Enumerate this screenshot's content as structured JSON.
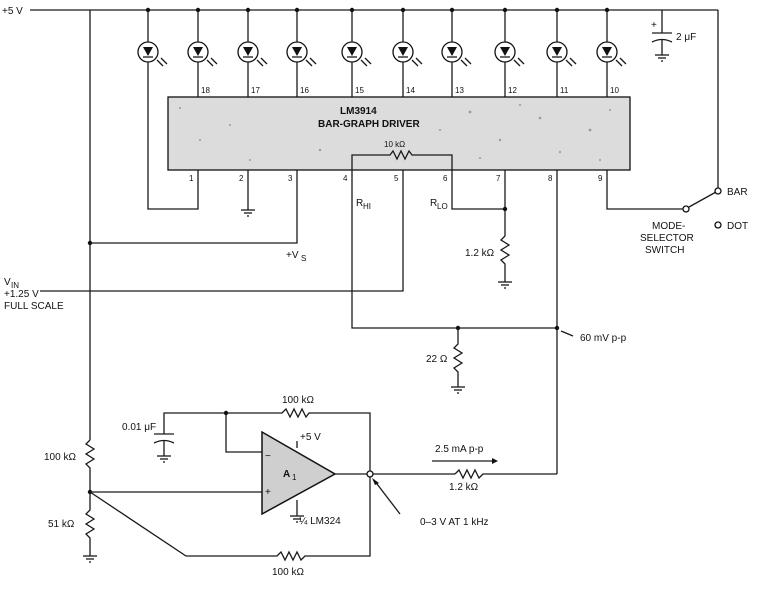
{
  "supply": {
    "label": "+5 V"
  },
  "chip": {
    "name": "LM3914",
    "subtitle": "BAR-GRAPH DRIVER",
    "internal_resistor": "10 kΩ",
    "top_pins": [
      "18",
      "17",
      "16",
      "15",
      "14",
      "13",
      "12",
      "11",
      "10"
    ],
    "bottom_pins": [
      "1",
      "2",
      "3",
      "4",
      "5",
      "6",
      "7",
      "8",
      "9"
    ]
  },
  "capacitor_top": {
    "label": "2 μF"
  },
  "labels": {
    "r_hi": "R",
    "r_hi_sub": "HI",
    "r_lo": "R",
    "r_lo_sub": "LO",
    "vs": "+V",
    "vs_sub": "S",
    "vin_line1": "V",
    "vin_sub": "IN",
    "vin_line2": "+1.25 V",
    "vin_line3": "FULL SCALE",
    "r_1k2_pin7": "1.2 kΩ",
    "mode_line1": "MODE-",
    "mode_line2": "SELECTOR",
    "mode_line3": "SWITCH",
    "bar": "BAR",
    "dot": "DOT",
    "signal_60mv": "60 mV p-p",
    "r_22": "22 Ω",
    "cap_001": "0.01 μF",
    "r_feedback_top": "100 kΩ",
    "opamp_supply": "+5 V",
    "opamp_name": "A",
    "opamp_sub": "1",
    "opamp_part": "¼ LM324",
    "opamp_minus": "−",
    "opamp_plus": "+",
    "current": "2.5 mA p-p",
    "r_1k2_out": "1.2 kΩ",
    "r_100k_left": "100 kΩ",
    "r_51": "51 kΩ",
    "r_100k_bottom": "100 kΩ",
    "output_note": "0–3 V AT 1 kHz"
  }
}
